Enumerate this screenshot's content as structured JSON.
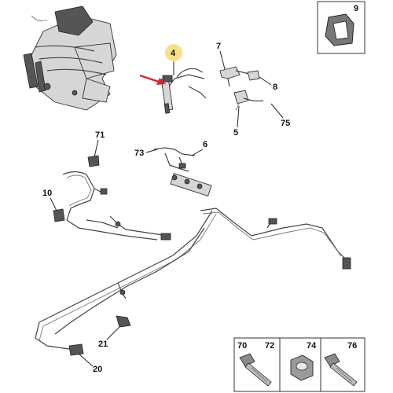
{
  "callouts": {
    "c4": "4",
    "c5": "5",
    "c6": "6",
    "c7": "7",
    "c8": "8",
    "c9": "9",
    "c10": "10",
    "c20": "20",
    "c21": "21",
    "c70": "70",
    "c71": "71",
    "c72": "72",
    "c73": "73",
    "c74": "74",
    "c75": "75",
    "c76": "76"
  },
  "colors": {
    "highlight_circle": "#f7e08a",
    "arrow": "#d9232d",
    "pipe": "#444444"
  },
  "inset_boxes": [
    {
      "id": "inset-clip",
      "labels": [
        "c9"
      ]
    },
    {
      "id": "inset-bolt-70-72",
      "labels": [
        "c70",
        "c72"
      ]
    },
    {
      "id": "inset-nut-74",
      "labels": [
        "c74"
      ]
    },
    {
      "id": "inset-bolt-76",
      "labels": [
        "c76"
      ]
    }
  ]
}
